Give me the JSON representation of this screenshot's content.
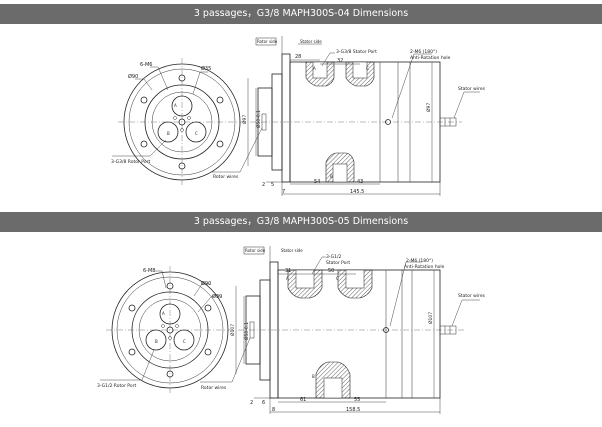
{
  "drawing1": {
    "title": "3 passages，G3/8   MAPH300S-04 Dimensions",
    "labels": {
      "rotor_side": "Rotor side",
      "stator_side": "Stator side",
      "stator_port": "3-G3/8 Stator Port",
      "anti_rotation": "2-M6 (180°)",
      "anti_rotation_2": "Anti-Rotation hole",
      "stator_wires": "Stator wires",
      "rotor_wires": "Rotor wires",
      "rotor_port": "3-G3/8 Rotor Port",
      "bolt": "6-M6",
      "d90": "Ø90",
      "d35": "Ø35",
      "d97": "Ø97",
      "d97b": "Ø97",
      "d50": "Ø50-0.1",
      "d28": "28",
      "d32": "32",
      "d54": "54",
      "d43": "43",
      "d145": "145.5",
      "d2": "2",
      "d5": "5",
      "d7": "7",
      "pA": "A",
      "pB": "B",
      "pC": "C"
    }
  },
  "drawing2": {
    "title": "3 passages，G3/8   MAPH300S-05 Dimensions",
    "labels": {
      "rotor_side": "Rotor side",
      "stator_side": "Stator side",
      "stator_port": "3-G1/2",
      "stator_port_2": "Stator Port",
      "anti_rotation": "2-M6 (180°)",
      "anti_rotation_2": "Anti-Rotation hole",
      "stator_wires": "Stator wires",
      "rotor_wires": "Rotor wires",
      "rotor_port": "3-G1/2 Rotor Port",
      "bolt": "6-M8",
      "d90": "Ø90",
      "d39": "Ø39",
      "d107": "Ø107",
      "d107b": "Ø107",
      "d50": "Ø50-0.1",
      "d31": "31",
      "d50b": "50",
      "d61": "61",
      "d55": "55",
      "d158": "158.5",
      "d2": "2",
      "d6": "6",
      "d8": "8",
      "pA": "A",
      "pB": "B",
      "pC": "C"
    }
  }
}
